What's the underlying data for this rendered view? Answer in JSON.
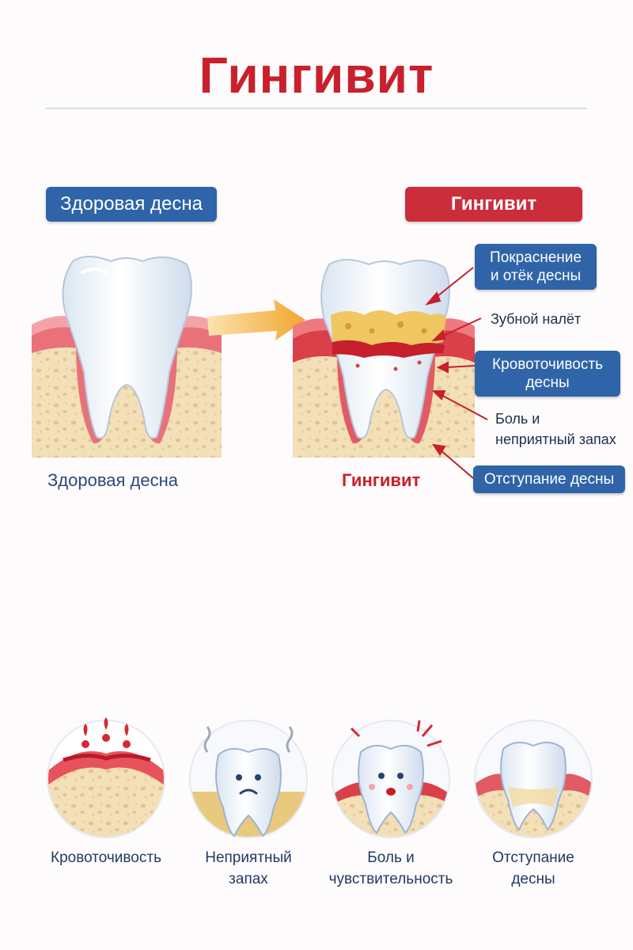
{
  "title": "Гингивит",
  "badges": {
    "healthy": "Здоровая десна",
    "gingivitis": "Гингивит"
  },
  "captions": {
    "healthy": "Здоровая десна",
    "gingivitis": "Гингивит"
  },
  "callouts": {
    "redness_line1": "Покраснение",
    "redness_line2": "и отёк десны",
    "plaque": "Зубной налёт",
    "bleeding_line1": "Кровоточивость",
    "bleeding_line2": "десны",
    "pain_line1": "Боль и",
    "pain_line2": "неприятный запах",
    "recession": "Отступание десны"
  },
  "icons": [
    {
      "line1": "Кровоточивость",
      "line2": ""
    },
    {
      "line1": "Неприятный",
      "line2": "запах"
    },
    {
      "line1": "Боль и",
      "line2": "чувствительность"
    },
    {
      "line1": "Отступание",
      "line2": "десны"
    }
  ],
  "colors": {
    "title": "#c8202c",
    "badge_blue": "#2f64a8",
    "badge_red": "#cc2d3a",
    "gum": "#e8717a",
    "bone": "#f3dfb8",
    "arrow": "#f4b340"
  }
}
